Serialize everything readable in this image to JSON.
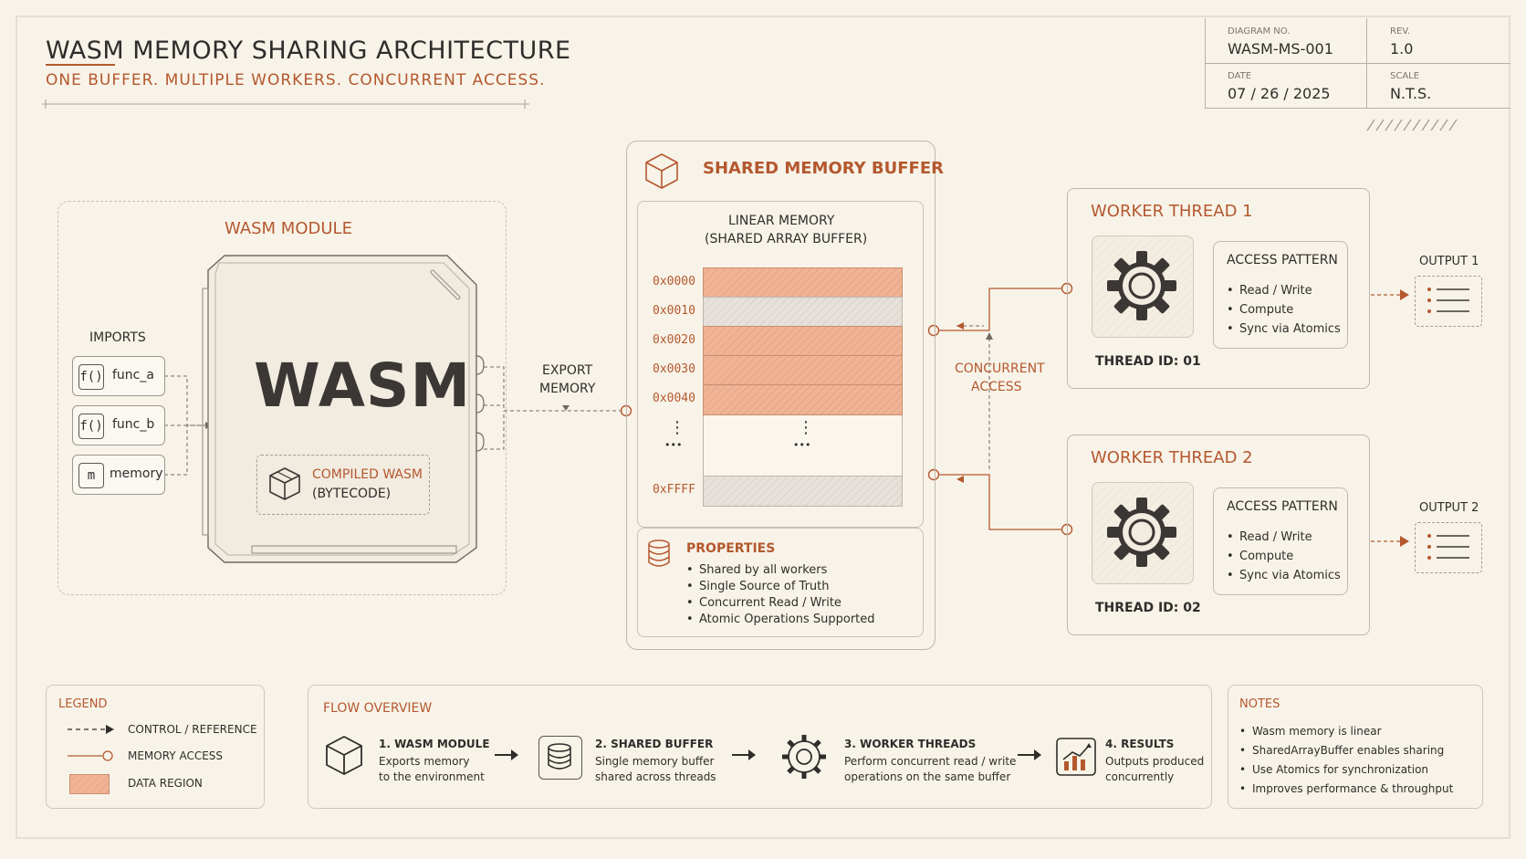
{
  "title": {
    "main": "WASM MEMORY SHARING ARCHITECTURE",
    "subtitle": "ONE BUFFER. MULTIPLE WORKERS. CONCURRENT ACCESS."
  },
  "meta": {
    "diagram_no_label": "DIAGRAM NO.",
    "diagram_no": "WASM-MS-001",
    "rev_label": "REV.",
    "rev": "1.0",
    "date_label": "DATE",
    "date": "07 / 26 / 2025",
    "scale_label": "SCALE",
    "scale": "N.T.S."
  },
  "wasm_module": {
    "title": "WASM MODULE",
    "imports_label": "IMPORTS",
    "imports": [
      {
        "icon": "f()",
        "label": "func_a"
      },
      {
        "icon": "f()",
        "label": "func_b"
      },
      {
        "icon": "m",
        "label": "memory"
      }
    ],
    "wasm_text": "WASM",
    "compiled_line1": "COMPILED WASM",
    "compiled_line2": "(BYTECODE)"
  },
  "export_label": {
    "line1": "EXPORT",
    "line2": "MEMORY"
  },
  "shared_buffer": {
    "title": "SHARED MEMORY BUFFER",
    "linear_line1": "LINEAR MEMORY",
    "linear_line2": "(SHARED ARRAY BUFFER)",
    "addresses": [
      "0x0000",
      "0x0010",
      "0x0020",
      "0x0030",
      "0x0040"
    ],
    "ellipsis": "⋮",
    "dots": "•••",
    "last_address": "0xFFFF",
    "properties_title": "PROPERTIES",
    "properties": [
      "Shared by all workers",
      "Single Source of Truth",
      "Concurrent Read / Write",
      "Atomic Operations Supported"
    ]
  },
  "concurrent": {
    "line1": "CONCURRENT",
    "line2": "ACCESS"
  },
  "workers": [
    {
      "title": "WORKER THREAD 1",
      "pattern_title": "ACCESS PATTERN",
      "patterns": [
        "Read / Write",
        "Compute",
        "Sync via Atomics"
      ],
      "thread_id": "THREAD ID: 01",
      "output": "OUTPUT 1"
    },
    {
      "title": "WORKER THREAD 2",
      "pattern_title": "ACCESS PATTERN",
      "patterns": [
        "Read / Write",
        "Compute",
        "Sync via Atomics"
      ],
      "thread_id": "THREAD ID: 02",
      "output": "OUTPUT 2"
    }
  ],
  "legend": {
    "title": "LEGEND",
    "items": [
      "CONTROL / REFERENCE",
      "MEMORY ACCESS",
      "DATA REGION"
    ]
  },
  "flow": {
    "title": "FLOW OVERVIEW",
    "steps": [
      {
        "title": "1. WASM MODULE",
        "line1": "Exports memory",
        "line2": "to the environment"
      },
      {
        "title": "2. SHARED BUFFER",
        "line1": "Single memory buffer",
        "line2": "shared across threads"
      },
      {
        "title": "3. WORKER THREADS",
        "line1": "Perform concurrent read / write",
        "line2": "operations on the same buffer"
      },
      {
        "title": "4. RESULTS",
        "line1": "Outputs produced",
        "line2": "concurrently"
      }
    ]
  },
  "notes": {
    "title": "NOTES",
    "items": [
      "Wasm memory is linear",
      "SharedArrayBuffer enables sharing",
      "Use Atomics for synchronization",
      "Improves performance & throughput"
    ]
  },
  "colors": {
    "accent": "#b4582f",
    "ink": "#2f2d2b",
    "paper": "#f8f3e8",
    "line": "#cfc7bb",
    "hatch": "#efb395"
  }
}
